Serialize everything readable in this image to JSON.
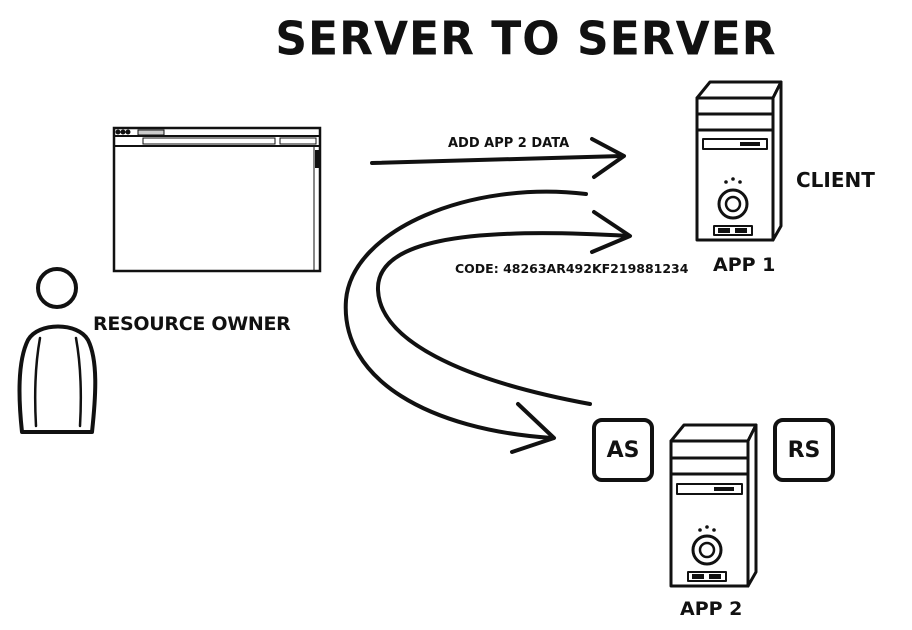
{
  "title": "SERVER TO SERVER",
  "labels": {
    "client": "CLIENT",
    "app1": "APP 1",
    "app2": "APP 2",
    "resource_owner": "RESOURCE OWNER",
    "add_app_data": "ADD APP 2 DATA",
    "code": "CODE: 48263AR492KF219881234"
  },
  "boxes": {
    "as": "AS",
    "rs": "RS"
  }
}
